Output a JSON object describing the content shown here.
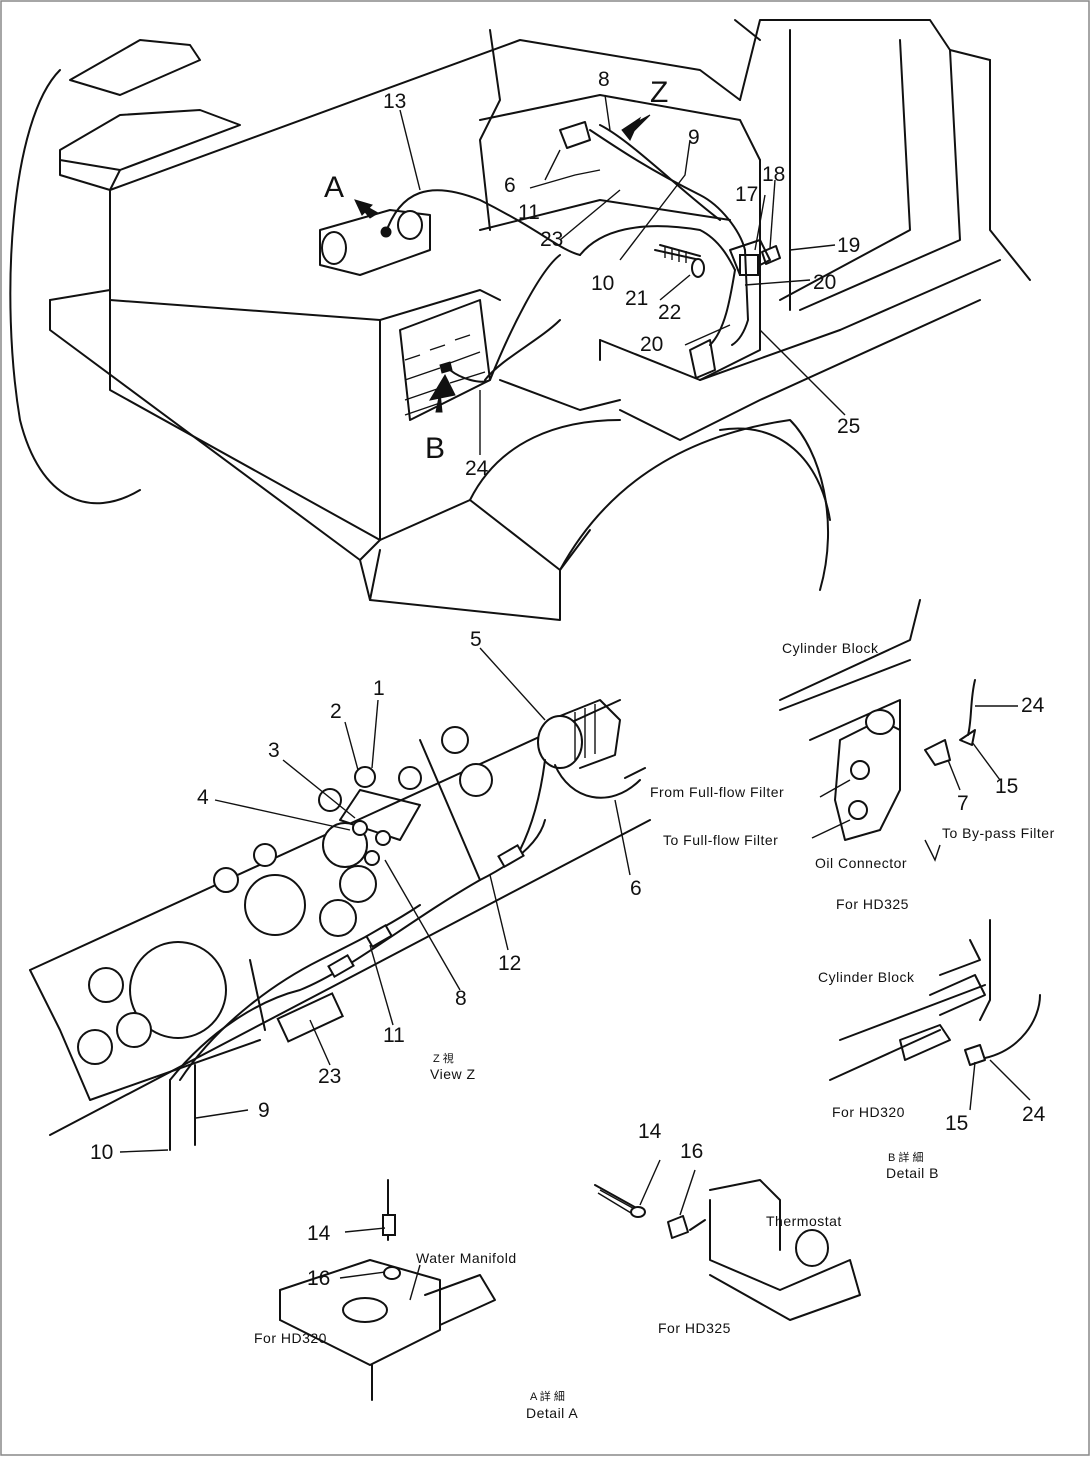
{
  "callouts": {
    "c1": "1",
    "c2": "2",
    "c3": "3",
    "c4": "4",
    "c5": "5",
    "c6_top": "6",
    "c6_gauge": "6",
    "c7": "7",
    "c8_top": "8",
    "c8_panel": "8",
    "c9_top": "9",
    "c9_panel": "9",
    "c10_top": "10",
    "c10_panel": "10",
    "c11_top": "11",
    "c11_panel": "11",
    "c12": "12",
    "c13": "13",
    "c14_a": "14",
    "c14_b": "14",
    "c15_a": "15",
    "c15_b": "15",
    "c16_a": "16",
    "c16_b": "16",
    "c17": "17",
    "c18": "18",
    "c19": "19",
    "c20_a": "20",
    "c20_b": "20",
    "c21": "21",
    "c22": "22",
    "c23_top": "23",
    "c23_panel": "23",
    "c24_top": "24",
    "c24_hd325": "24",
    "c24_hd320": "24",
    "c25": "25"
  },
  "markers": {
    "a": "A",
    "b": "B",
    "z": "Z"
  },
  "labels": {
    "cylinder_block_1": "Cylinder Block",
    "cylinder_block_2": "Cylinder Block",
    "from_full_flow": "From Full-flow Filter",
    "to_full_flow": "To Full-flow Filter",
    "to_bypass": "To By-pass Filter",
    "oil_connector": "Oil Connector",
    "for_hd325_1": "For HD325",
    "for_hd320_1": "For HD320",
    "detail_b_cjk": "B 詳 細",
    "detail_b": "Detail B",
    "view_z_cjk": "Z 視",
    "view_z": "View Z",
    "thermostat": "Thermostat",
    "water_manifold": "Water Manifold",
    "for_hd320_2": "For HD320",
    "for_hd325_2": "For HD325",
    "detail_a_cjk": "A 詳 細",
    "detail_a": "Detail A"
  }
}
